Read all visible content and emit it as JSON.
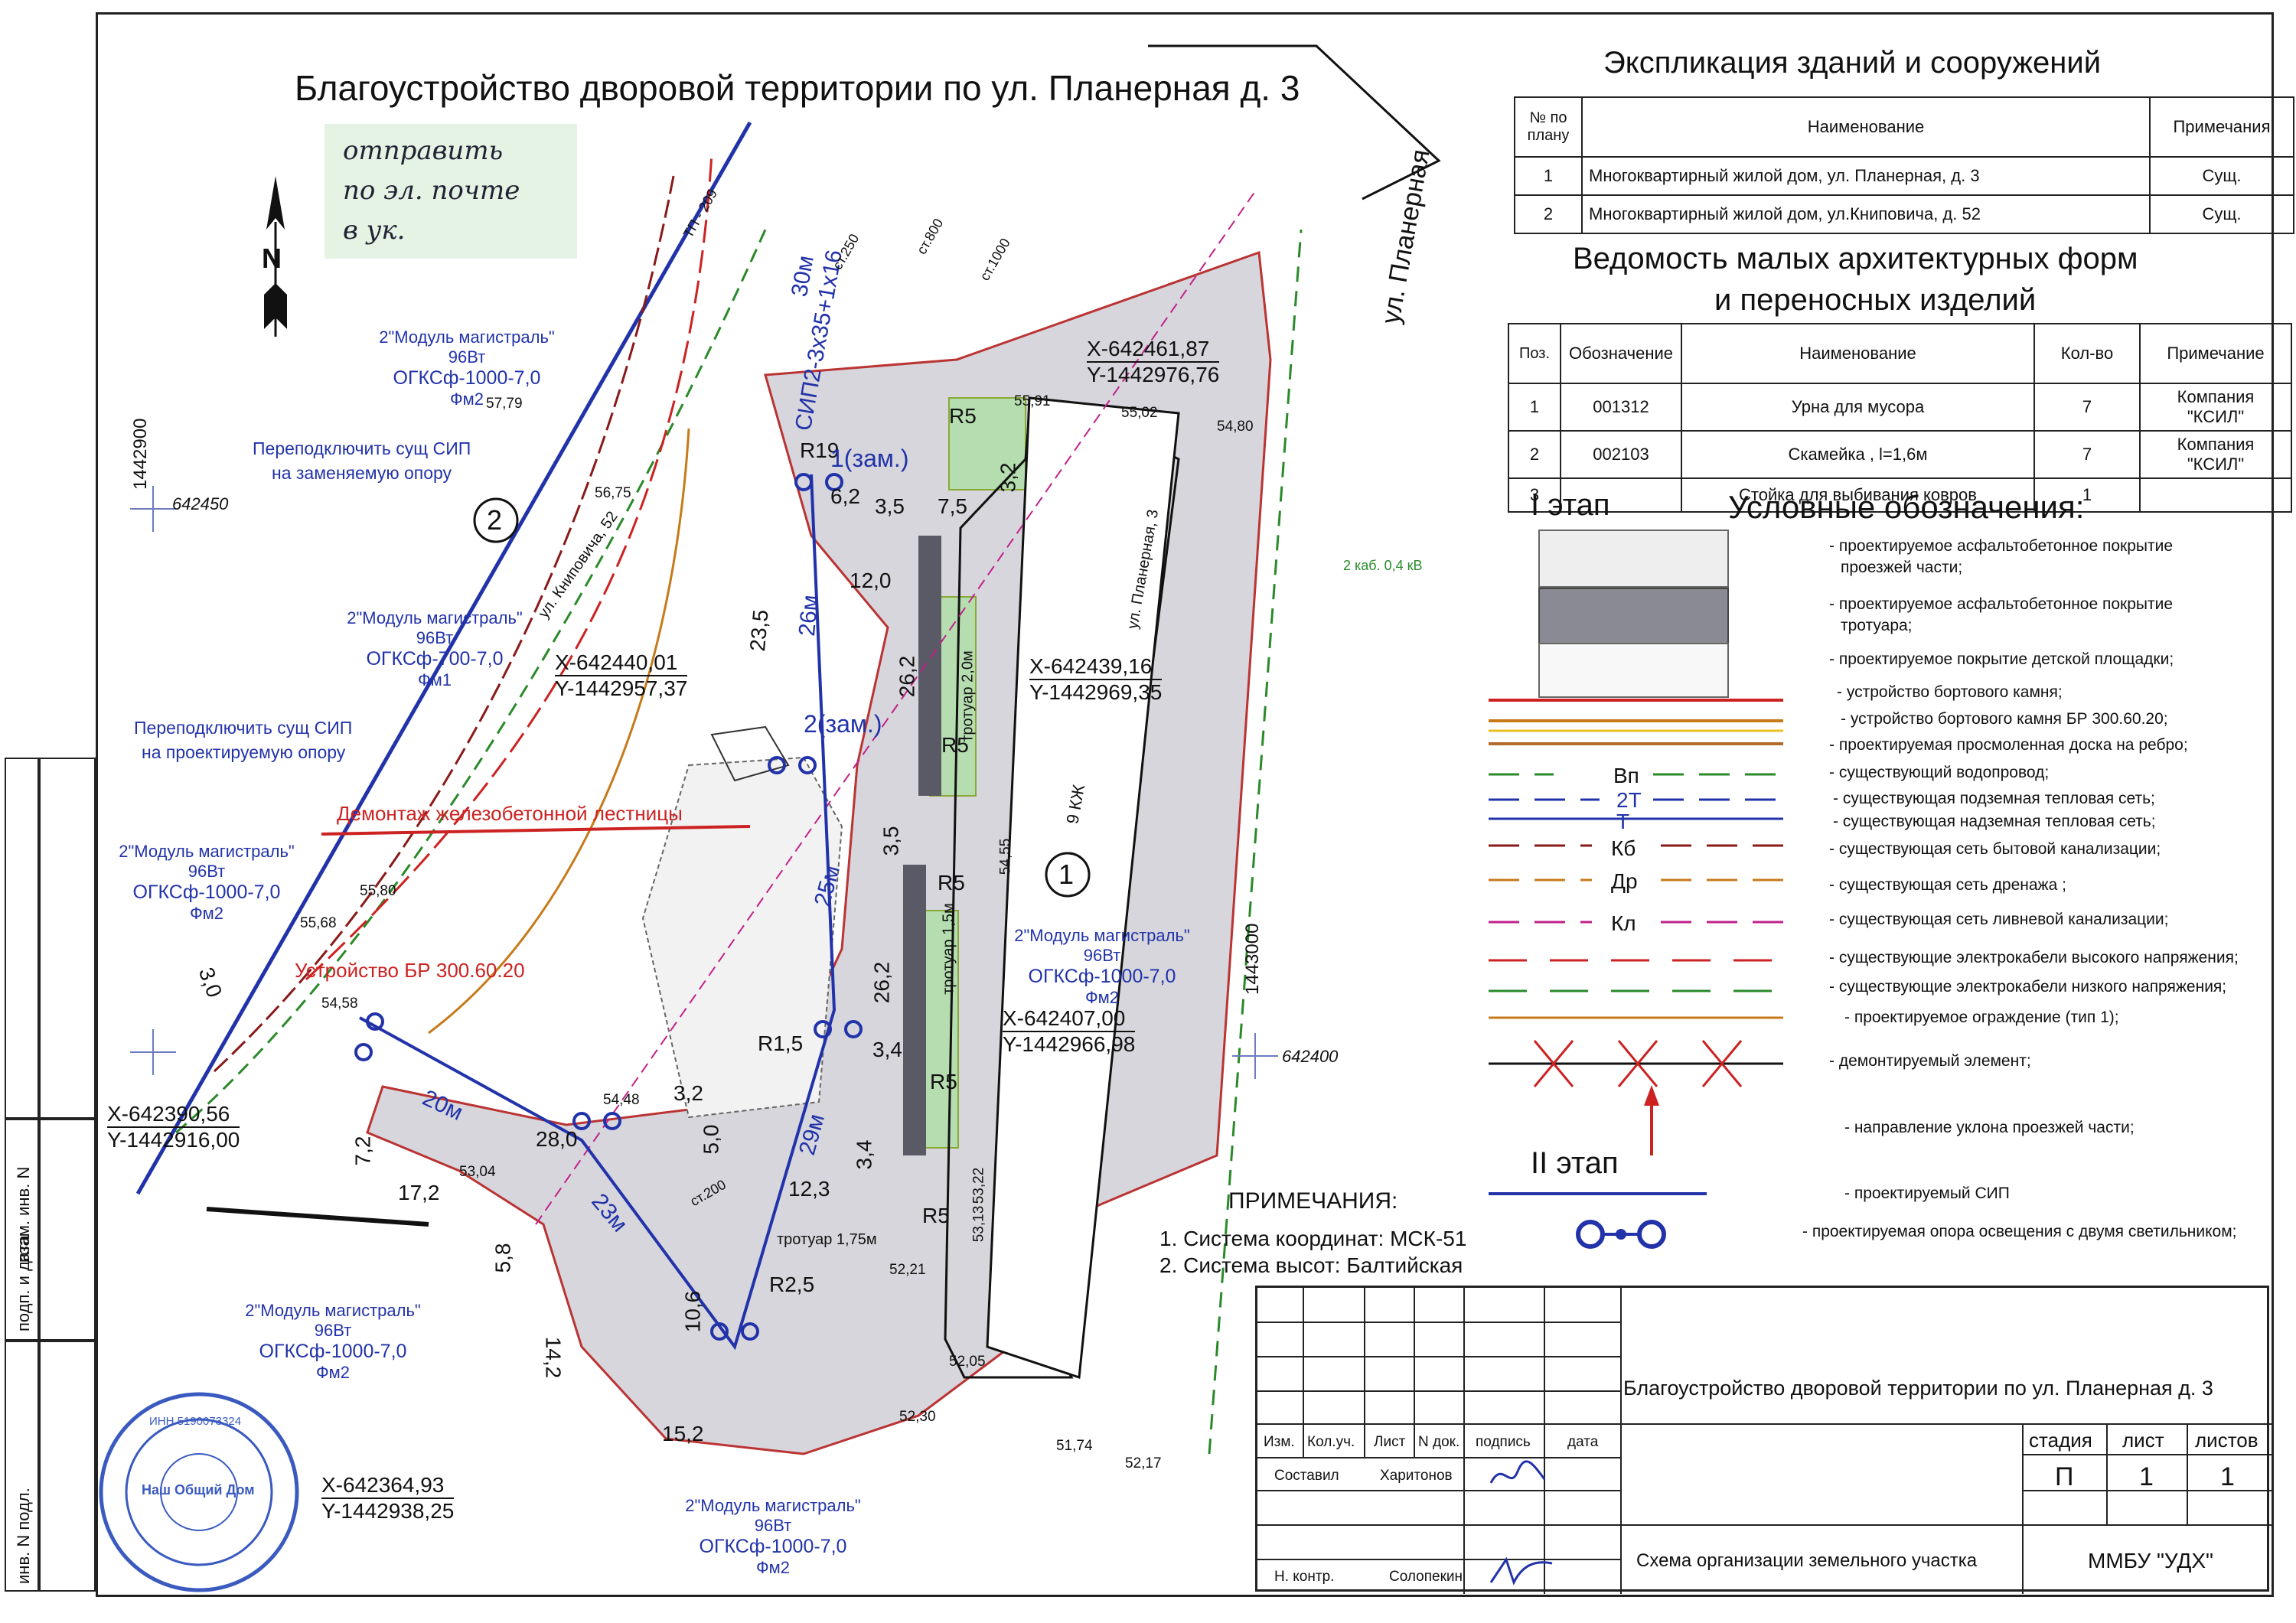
{
  "main_title": "Благоустройство дворовой территории по ул. Планерная д. 3",
  "sticky_note": [
    "отправить",
    "по эл. почте",
    "в ук."
  ],
  "north_label": "N",
  "explication": {
    "title": "Экспликация  зданий  и  сооружений",
    "headers": [
      "№ по плану",
      "Наименование",
      "Примечания"
    ],
    "rows": [
      [
        "1",
        "Многоквартирный жилой дом, ул. Планерная,  д. 3",
        "Сущ."
      ],
      [
        "2",
        "Многоквартирный жилой дом, ул.Книповича,  д. 52",
        "Сущ."
      ]
    ]
  },
  "maf": {
    "title_line1": "Ведомость малых архитектурных форм",
    "title_line2": "и переносных изделий",
    "headers": [
      "Поз.",
      "Обозначение",
      "Наименование",
      "Кол-во",
      "Примечание"
    ],
    "rows": [
      [
        "1",
        "001312",
        "Урна для мусора",
        "7",
        "Компания \"КСИЛ\""
      ],
      [
        "2",
        "002103",
        "Скамейка , l=1,6м",
        "7",
        "Компания \"КСИЛ\""
      ],
      [
        "3",
        "",
        "Стойка для выбивания ковров",
        "1",
        ""
      ]
    ]
  },
  "legend": {
    "stage1": "I этап",
    "stage2": "II этап",
    "title": "Условные обозначения:",
    "items": [
      "- проектируемое асфальтобетонное покрытие",
      "проезжей части;",
      "- проектируемое асфальтобетонное покрытие",
      "тротуара;",
      "- проектируемое покрытие детской площадки;",
      "- устройство бортового камня;",
      "- устройство бортового камня БР 300.60.20;",
      "- проектируемая просмоленная доска на ребро;",
      "- существующий водопровод;",
      "- существующая подземная тепловая сеть;",
      "- существующая надземная тепловая сеть;",
      "- существующая сеть  бытовой канализации;",
      "- существующая сеть дренажа ;",
      "- существующая сеть  ливневой канализации;",
      "- существующие электрокабели высокого напряжения;",
      "- существующие электрокабели низкого напряжения;",
      "- проектируемое ограждение (тип 1);",
      "- демонтируемый элемент;",
      "- направление уклона проезжей части;",
      "- проектируемый СИП",
      "- проектируемая опора освещения с двумя  светильником;"
    ],
    "line_labels": [
      "Вп",
      "2Т",
      "Т",
      "Кб",
      "Др",
      "Кл"
    ]
  },
  "notes": {
    "title": "ПРИМЕЧАНИЯ:",
    "items": [
      "1. Система координат: МСК-51",
      "2. Система высот: Балтийская"
    ]
  },
  "stamp": {
    "headers": [
      "Изм.",
      "Кол.уч.",
      "Лист",
      "N док.",
      "подпись",
      "дата"
    ],
    "composed_label": "Составил",
    "composed_name": "Харитонов",
    "control_label": "Н. контр.",
    "control_name": "Солопекин",
    "title": "Благоустройство дворовой территории по ул. Планерная д. 3",
    "subtitle": "Схема организации земельного участка",
    "org": "ММБУ \"УДХ\"",
    "stage_label": "стадия",
    "sheet_label": "лист",
    "sheets_label": "листов",
    "stage": "П",
    "sheet": "1",
    "sheets": "1"
  },
  "side_labels": [
    "инв. N подл.",
    "подп. и дата",
    "взам. инв. N"
  ],
  "round_seal": {
    "text": "Наш Общий Дом",
    "inn": "ИНН 5190073324"
  },
  "map_labels": {
    "street_planernaya": "ул. Планерная",
    "street_planernaya3": "ул. Планерная, 3",
    "street_knipovicha": "ул. Книповича, 52",
    "coord_left": "1442900",
    "coord_right": "1443000",
    "cross_642450": "642450",
    "cross_642400": "642400",
    "house1": "1",
    "house2": "2",
    "house1_label": "9 КЖ",
    "reconnect1_l1": "Переподключить сущ СИП",
    "reconnect1_l2": "на заменяемую опору",
    "reconnect2_l1": "Переподключить сущ СИП",
    "reconnect2_l2": "на проектируемую опору",
    "demolish": "Демонтаж железобетонной лестницы",
    "curb_install": "Устройство БР 300.60.20",
    "lamp_labels": [
      [
        "2\"Модуль магистраль\" 96Вт",
        "ОГКСф-1000-7,0",
        "Фм2"
      ],
      [
        "2\"Модуль магистраль\" 96Вт",
        "ОГКСф-700-7,0",
        "Фм1"
      ],
      [
        "2\"Модуль магистраль\" 96Вт",
        "ОГКСф-1000-7,0",
        "Фм2"
      ],
      [
        "2\"Модуль магистраль\" 96Вт",
        "ОГКСф-1000-7,0",
        "Фм2"
      ],
      [
        "2\"Модуль магистраль\" 96Вт",
        "ОГКСф-1000-7,0",
        "Фм2"
      ],
      [
        "2\"Модуль магистраль\" 96Вт",
        "ОГКСф-1000-7,0",
        "Фм2"
      ]
    ],
    "coords": [
      [
        "X-642461,87",
        "Y-1442976,76"
      ],
      [
        "X-642440,01",
        "Y-1442957,37"
      ],
      [
        "X-642439,16",
        "Y-1442969,35"
      ],
      [
        "X-642407,00",
        "Y-1442966,98"
      ],
      [
        "X-642390,56",
        "Y-1442916,00"
      ],
      [
        "X-642364,93",
        "Y-1442938,25"
      ]
    ],
    "dims": [
      "12,0",
      "26,2",
      "26,2",
      "3,5",
      "7,5",
      "3,2",
      "6,2",
      "5,0",
      "3,4",
      "12,3",
      "3,4",
      "28,0",
      "17,2",
      "7,2",
      "14,2",
      "15,2",
      "10,6",
      "5,8",
      "3,0",
      "3,5",
      "23,5",
      "3,2"
    ],
    "sip_labels": [
      "СИП2-3x35+1x16",
      "30м",
      "26м",
      "25м",
      "29м",
      "20м",
      "23м"
    ],
    "radius_labels": [
      "R19",
      "R5",
      "R5",
      "R5",
      "R5",
      "R5",
      "R2,5",
      "R1,5"
    ],
    "poles": [
      "1(зам.)",
      "2(зам.)"
    ],
    "sidewalk1": "тротуар 2,0м",
    "sidewalk2": "тротуар 1,5м",
    "sidewalk3": "тротуар 1,75м",
    "elevations": [
      "55,91",
      "55,02",
      "54,80",
      "57,79",
      "56,75",
      "55,80",
      "55,68",
      "54,58",
      "54,48",
      "53,04",
      "52,21",
      "52,05",
      "52,30",
      "51,74",
      "52,17",
      "54,55",
      "53,22",
      "53,13"
    ],
    "kab_labels": [
      "2 каб. 0,4 кВ",
      "ТП - 209",
      "ст.800",
      "ст.1000",
      "ст.250",
      "ст.200"
    ]
  }
}
